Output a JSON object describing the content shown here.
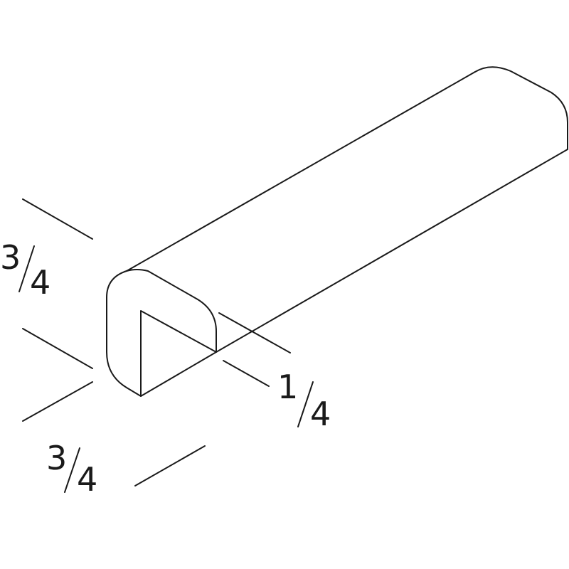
{
  "diagram": {
    "line_color": "#1a1a1a",
    "background": "#ffffff",
    "dimensions": {
      "height": {
        "numerator": "3",
        "denominator": "4"
      },
      "depth": {
        "numerator": "3",
        "denominator": "4"
      },
      "thickness": {
        "numerator": "1",
        "denominator": "4"
      }
    }
  }
}
